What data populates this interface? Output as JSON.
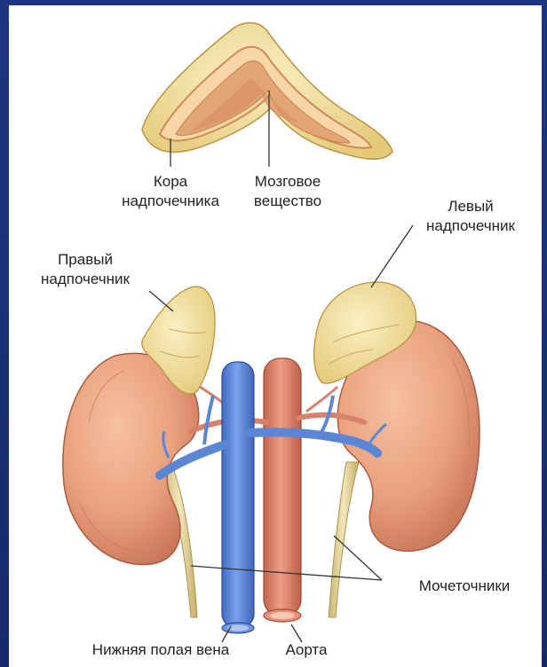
{
  "labels": {
    "cortex_line1": "Кора",
    "cortex_line2": "надпочечника",
    "medulla_line1": "Мозговое",
    "medulla_line2": "вещество",
    "left_adrenal_line1": "Левый",
    "left_adrenal_line2": "надпочечник",
    "right_adrenal_line1": "Правый",
    "right_adrenal_line2": "надпочечник",
    "ureters": "Мочеточники",
    "ivc": "Нижняя полая вена",
    "aorta": "Аорта"
  },
  "colors": {
    "frame": "#1b2f72",
    "kidney": "#e9a07e",
    "adrenal": "#f4e2a4",
    "medulla": "#e0a070",
    "vein": "#5b86d6",
    "artery": "#d9806c",
    "ureter": "#e6d6a0"
  }
}
